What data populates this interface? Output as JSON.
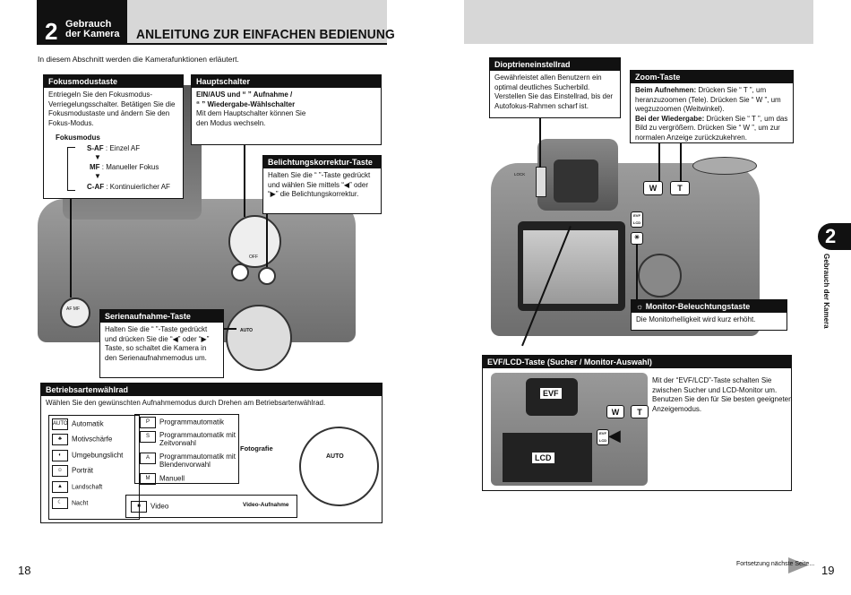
{
  "header": {
    "chapter_number": "2",
    "chapter_line1": "Gebrauch",
    "chapter_line2": "der Kamera",
    "title": "ANLEITUNG ZUR EINFACHEN BEDIENUNG"
  },
  "intro": "In diesem Abschnitt werden die Kamerafunktionen erläutert.",
  "fokus": {
    "title": "Fokusmodustaste",
    "text": "Entriegeln Sie den Fokusmodus-Verriegelungsschalter. Betätigen Sie die Fokusmodustaste und ändern Sie den Fokus-Modus.",
    "mode_label": "Fokusmodus",
    "modes": [
      {
        "code": "S-AF",
        "desc": ": Einzel AF"
      },
      {
        "code": "MF",
        "desc": ": Manueller Fokus"
      },
      {
        "code": "C-AF",
        "desc": ": Kontinuierlicher AF"
      }
    ]
  },
  "haupt": {
    "title": "Hauptschalter",
    "line1": "EIN/AUS und “ ” Aufnahme /",
    "line2": "“ ” Wiedergabe-Wählschalter",
    "text": "Mit dem Hauptschalter  können Sie den Modus wechseln."
  },
  "belicht": {
    "title": "Belichtungskorrektur-Taste",
    "text": "Halten Sie die “ ”-Taste gedrückt und wählen Sie mittels “◀” oder “▶” die Belichtungskorrektur."
  },
  "serien": {
    "title": "Serienaufnahme-Taste",
    "text": "Halten Sie die “ ”-Taste gedrückt und drücken Sie die “◀” oder “▶” Taste, so schaltet die Kamera in den Serienaufnahmemodus um."
  },
  "betrieb": {
    "title": "Betriebsartenwählrad",
    "text": "Wählen Sie den gewünschten Aufnahmemodus durch Drehen am Betriebsartenwählrad.",
    "left_modes": [
      {
        "icon": "AUTO",
        "label": "Automatik"
      },
      {
        "icon": "♣",
        "label": "Motivschärfe"
      },
      {
        "icon": "◐",
        "label": "Umgebungslicht"
      },
      {
        "icon": "☺",
        "label": "Porträt"
      },
      {
        "icon": "▲",
        "label": "Landschaft"
      },
      {
        "icon": "☾",
        "label": "Nacht"
      }
    ],
    "right_modes": [
      {
        "icon": "P",
        "label": "Programmautomatik"
      },
      {
        "icon": "S",
        "label": "Programmautomatik mit Zeitvorwahl"
      },
      {
        "icon": "A",
        "label": "Programmautomatik mit Blendenvorwahl"
      },
      {
        "icon": "M",
        "label": "Manuell"
      }
    ],
    "video": {
      "icon": "■",
      "label": "Video"
    },
    "foto_label": "Fotografie",
    "video_label": "Video-Aufnahme"
  },
  "diopt": {
    "title": "Dioptrieneinstellrad",
    "text": "Gewährleistet allen Benutzern ein optimal deutliches Sucherbild. Verstellen Sie das Einstellrad, bis der Autofokus-Rahmen  scharf ist."
  },
  "zoom": {
    "title": "Zoom-Taste",
    "rec_label": "Beim Aufnehmen:",
    "rec_text": " Drücken Sie “ T ”, um heranzuzoomen (Tele). Drücken Sie “ W ”, um wegzuzoomen (Weitwinkel).",
    "play_label": "Bei der Wiedergabe:",
    "play_text": " Drücken Sie “ T ”, um das Bild zu vergrößern. Drücken Sie “ W ”, um zur normalen Anzeige zurückzukehren."
  },
  "monitor": {
    "title": "Monitor-Beleuchtungstaste",
    "text": "Die Monitorhelligkeit wird kurz erhöht."
  },
  "evf": {
    "title": "EVF/LCD-Taste (Sucher / Monitor-Auswahl)",
    "text": "Mit der “EVF/LCD”-Taste schalten Sie zwischen Sucher und LCD-Monitor um. Benutzen Sie den für Sie besten geeigneten Anzeigemodus.",
    "evf_label": "EVF",
    "lcd_label": "LCD"
  },
  "camera_labels": {
    "w": "W",
    "t": "T",
    "lock": "LOCK",
    "off": "OFF",
    "evf_lcd": "EVF LCD",
    "af_mf": "AF MF",
    "auto": "AUTO"
  },
  "footer": {
    "page_left": "18",
    "page_right": "19",
    "continue": "Fortsetzung nächste Seite..."
  },
  "side_tab": {
    "number": "2",
    "text": "Gebrauch der Kamera"
  }
}
